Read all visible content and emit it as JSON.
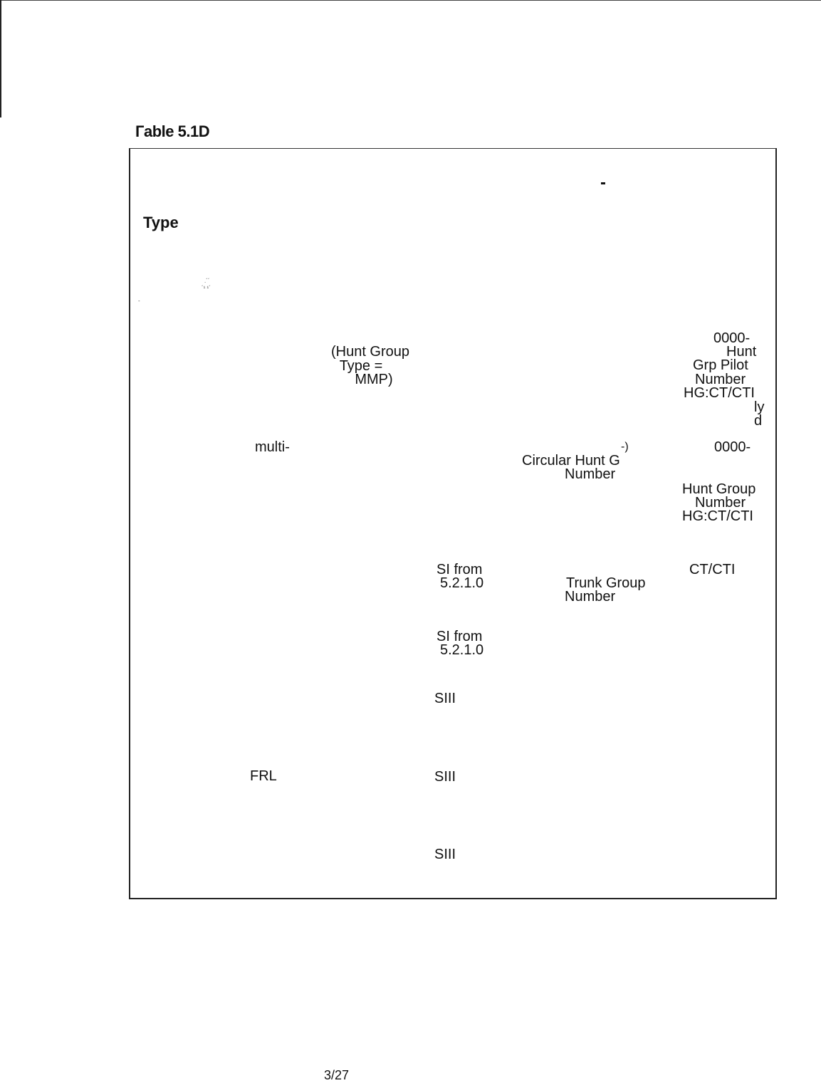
{
  "table_caption": "Гable 5.1D",
  "header": {
    "type_label": "Type",
    "dash_mark": "-"
  },
  "scan_noise": {
    "mark_a": ".´´",
    "mark_b": "´¹ ¹´",
    "mark_c": "-"
  },
  "col2": {
    "hunt_group_type_line1": "(Hunt Group",
    "hunt_group_type_line2": "Type =",
    "hunt_group_type_line3": "MMP)",
    "multi": "multi-",
    "frl": "FRL"
  },
  "col3": {
    "si_from_a_line1": "SI from",
    "si_from_a_line2": "5.2.1.0",
    "si_from_b_line1": "SI from",
    "si_from_b_line2": "5.2.1.0",
    "siii_a": "SIII",
    "siii_b": "SIII",
    "siii_c": "SIII"
  },
  "col4": {
    "circular_paren": "-)",
    "circular_line1": "Circular Hunt G",
    "circular_line2": "Number",
    "trunk_line1": "Trunk Group",
    "trunk_line2": "Number"
  },
  "col5": {
    "pilot_line1": "0000-",
    "pilot_line2": "Hunt",
    "pilot_line3": "Grp Pilot",
    "pilot_line4": "Number",
    "pilot_line5": "HG:CT/CTI",
    "pilot_line6": "ly",
    "pilot_line7": "d",
    "hunt_line1": "0000-",
    "hunt_line2": "Hunt Group",
    "hunt_line3": "Number",
    "hunt_line4": "HG:CT/CTI",
    "ct_cti": "CT/CTI"
  },
  "footer": {
    "page_number": "3/27"
  }
}
